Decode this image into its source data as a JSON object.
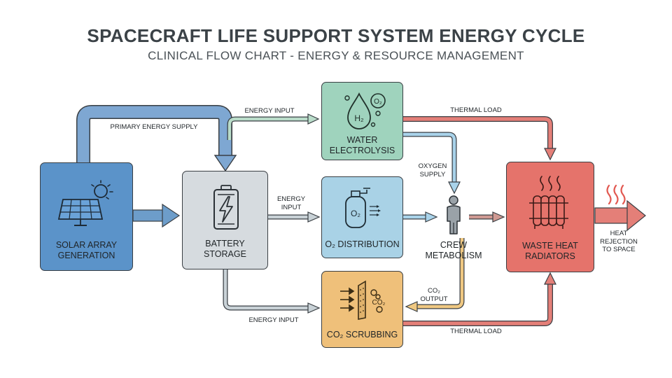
{
  "title": "SPACECRAFT LIFE SUPPORT SYSTEM ENERGY CYCLE",
  "subtitle": "CLINICAL FLOW CHART - ENERGY & RESOURCE MANAGEMENT",
  "colors": {
    "solar": "#5b93c9",
    "battery": "#d6dbdf",
    "electrolysis": "#9fd3bd",
    "distribution": "#a9d2e6",
    "scrubbing": "#efc07a",
    "radiators": "#e5736b",
    "flow_blue": "#6d9dca",
    "flow_gray": "#c2cacf",
    "flow_green": "#b9dcc9",
    "flow_light_blue": "#a9d3ea",
    "flow_orange": "#efc882",
    "flow_red": "#e47f78"
  },
  "nodes": {
    "solar": {
      "label_line1": "SOLAR ARRAY",
      "label_line2": "GENERATION",
      "icon": "solar-panel-sun-icon"
    },
    "battery": {
      "label_line1": "BATTERY",
      "label_line2": "STORAGE",
      "icon": "battery-charge-icon"
    },
    "electrolysis": {
      "label_line1": "WATER",
      "label_line2": "ELECTROLYSIS",
      "icon": "water-drop-h2-o2-icon",
      "glyph_h2": "H₂",
      "glyph_o2": "O₂"
    },
    "distribution": {
      "label": "O₂ DISTRIBUTION",
      "icon": "oxygen-tank-icon",
      "glyph_o2": "O₂"
    },
    "scrubbing": {
      "label": "CO₂ SCRUBBING",
      "icon": "co2-filter-icon",
      "glyph_co2": "CO₂"
    },
    "crew": {
      "label_line1": "CREW",
      "label_line2": "METABOLISM",
      "icon": "person-icon"
    },
    "radiators": {
      "label_line1": "WASTE HEAT",
      "label_line2": "RADIATORS",
      "icon": "radiator-heat-icon"
    }
  },
  "flows": {
    "primary_energy_supply": "PRIMARY ENERGY SUPPLY",
    "energy_input_top": "ENERGY INPUT",
    "energy_input_mid_line1": "ENERGY",
    "energy_input_mid_line2": "INPUT",
    "energy_input_bottom": "ENERGY INPUT",
    "thermal_load_top": "THERMAL LOAD",
    "thermal_load_bottom": "THERMAL LOAD",
    "oxygen_supply_line1": "OXYGEN",
    "oxygen_supply_line2": "SUPPLY",
    "co2_output_line1": "CO₂",
    "co2_output_line2": "OUTPUT",
    "heat_rejection_line1": "HEAT",
    "heat_rejection_line2": "REJECTION",
    "heat_rejection_line3": "TO SPACE"
  }
}
